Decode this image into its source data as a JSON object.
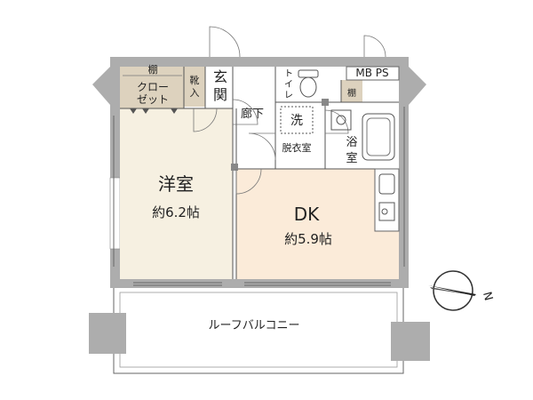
{
  "rooms": {
    "western": {
      "name": "洋室",
      "size": "約6.2帖"
    },
    "dk": {
      "name": "DK",
      "size": "約5.9帖"
    },
    "closet_top": "棚",
    "closet": [
      "クロー",
      "ゼット"
    ],
    "shoes": [
      "靴",
      "入"
    ],
    "entrance": [
      "玄",
      "関"
    ],
    "toilet": [
      "ト",
      "イ",
      "レ"
    ],
    "shelf": "棚",
    "hallway": "廊下",
    "washer": "洗",
    "dressing": "脱衣室",
    "bath": [
      "浴",
      "室"
    ],
    "mb_ps": "MB PS",
    "balcony": "ルーフバルコニー"
  },
  "compass": {
    "label": "N"
  },
  "colors": {
    "wall": "#adadad",
    "western_floor": "#f6f0e1",
    "dk_floor": "#fbebd9",
    "storage_floor": "#ddd2be"
  }
}
